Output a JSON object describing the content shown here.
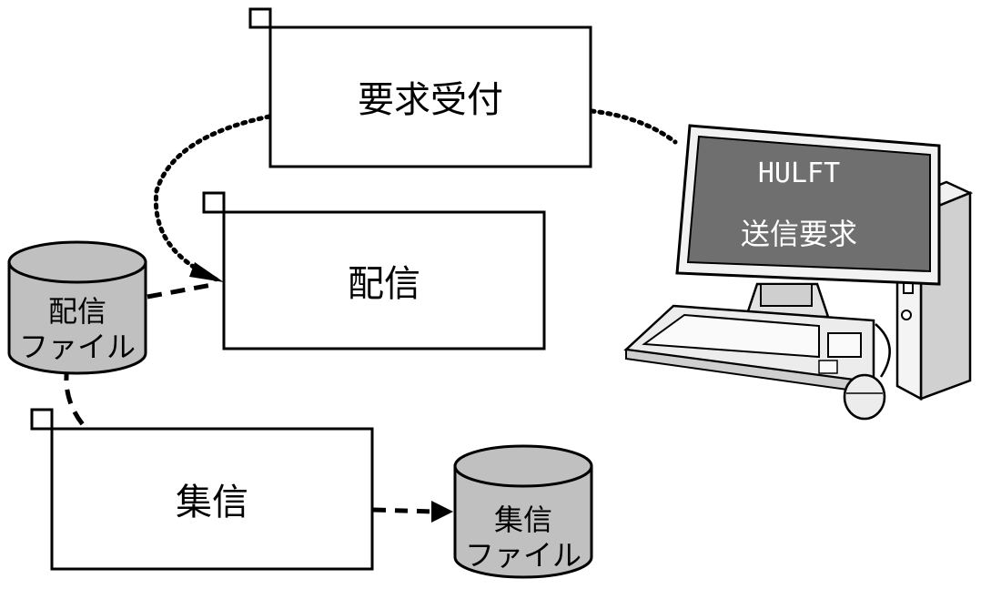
{
  "boxes": {
    "request": {
      "label": "要求受付"
    },
    "send": {
      "label": "配信"
    },
    "receive": {
      "label": "集信"
    }
  },
  "files": {
    "send_file": {
      "line1": "配信",
      "line2": "ファイル"
    },
    "receive_file": {
      "line1": "集信",
      "line2": "ファイル"
    }
  },
  "computer": {
    "screen_line1": "HULFT",
    "screen_line2": "送信要求"
  },
  "colors": {
    "drum_fill": "#c0c0c0",
    "screen_fill": "#6f6f6f",
    "line": "#000000"
  }
}
